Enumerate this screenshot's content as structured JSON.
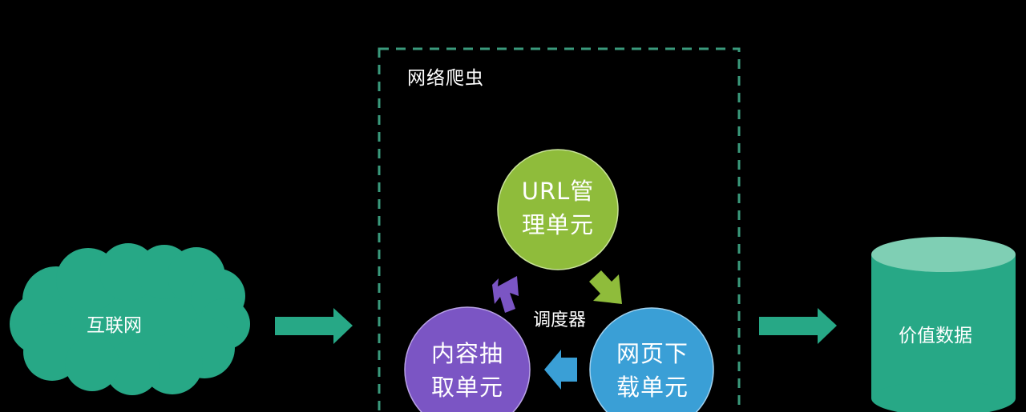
{
  "diagram": {
    "title": "网络爬虫",
    "source": {
      "label": "互联网",
      "shape": "cloud",
      "color": "#27a886"
    },
    "crawler_box": {
      "label": "网络爬虫",
      "border_style": "dashed",
      "border_color": "#3a9a7c"
    },
    "scheduler": {
      "label": "调度器"
    },
    "units": [
      {
        "id": "url",
        "line1": "URL管",
        "line2": "理单元",
        "color": "#8fbc3b"
      },
      {
        "id": "download",
        "line1": "网页下",
        "line2": "载单元",
        "color": "#3a9fd6"
      },
      {
        "id": "extract",
        "line1": "内容抽",
        "line2": "取单元",
        "color": "#7b55c4"
      }
    ],
    "target": {
      "label": "价值数据",
      "shape": "cylinder",
      "color": "#27a886",
      "top_color": "#7fcfb4"
    },
    "flow": [
      {
        "from": "互联网",
        "to": "网络爬虫"
      },
      {
        "from": "URL管理单元",
        "to": "网页下载单元"
      },
      {
        "from": "网页下载单元",
        "to": "内容抽取单元"
      },
      {
        "from": "内容抽取单元",
        "to": "URL管理单元"
      },
      {
        "from": "网络爬虫",
        "to": "价值数据"
      }
    ]
  }
}
